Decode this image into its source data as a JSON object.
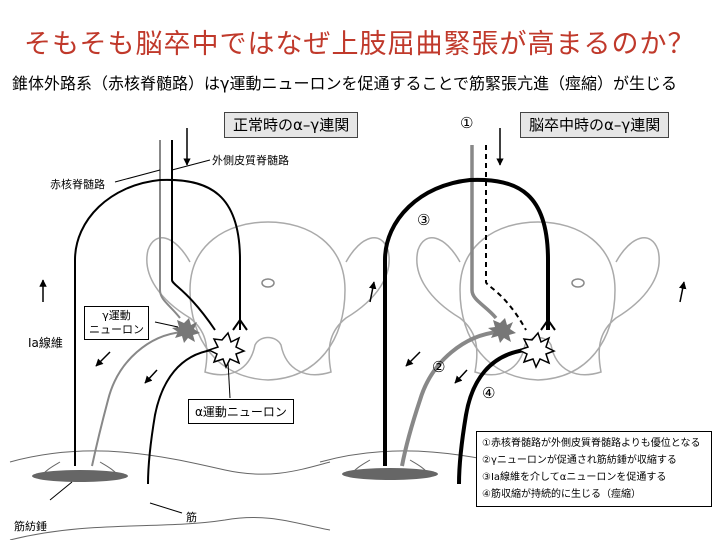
{
  "title": "そもそも脳卒中ではなぜ上肢屈曲緊張が高まるのか？",
  "subtitle": "錐体外路系（赤核脊髄路）はγ運動ニューロンを促通することで筋緊張亢進（痙縮）が生じる",
  "left_panel": {
    "label": "正常時のα–γ連関",
    "rubrospinal": "赤核脊髄路",
    "corticospinal": "外側皮質脊髄路",
    "gamma_neuron": "γ運動\nニューロン",
    "ia_fiber": "Ia線維",
    "alpha_neuron": "α運動ニューロン",
    "spindle": "筋紡錘",
    "muscle": "筋"
  },
  "right_panel": {
    "label": "脳卒中時のα–γ連関",
    "marker_1": "①",
    "marker_2": "②",
    "marker_3": "③",
    "marker_4": "④"
  },
  "legend": {
    "items": [
      "①赤核脊髄路が外側皮質脊髄路よりも優位となる",
      "②γニューロンが促通され筋紡錘が収縮する",
      "③Ia線維を介してαニューロンを促通する",
      "④筋収縮が持続的に生じる（痙縮）"
    ]
  },
  "colors": {
    "title": "#c0392b",
    "gray_path": "#888888",
    "black_path": "#000000",
    "outline": "#aaaaaa"
  }
}
